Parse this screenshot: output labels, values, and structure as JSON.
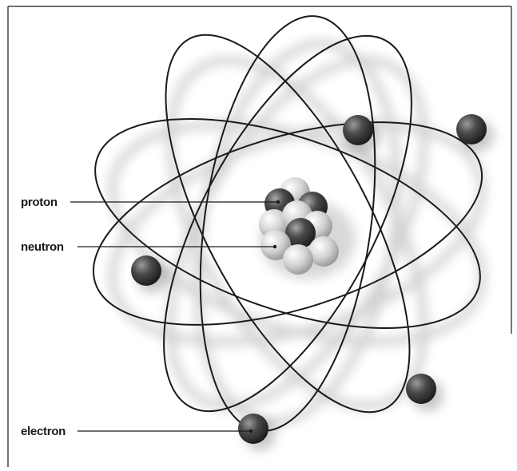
{
  "labels": {
    "proton": "proton",
    "neutron": "neutron",
    "electron": "electron"
  },
  "colors": {
    "line": "#1a1a1a",
    "proton": "#3a3a3a",
    "neutron": "#d8d8d8",
    "electron": "#3c3c3c",
    "background": "#ffffff"
  }
}
